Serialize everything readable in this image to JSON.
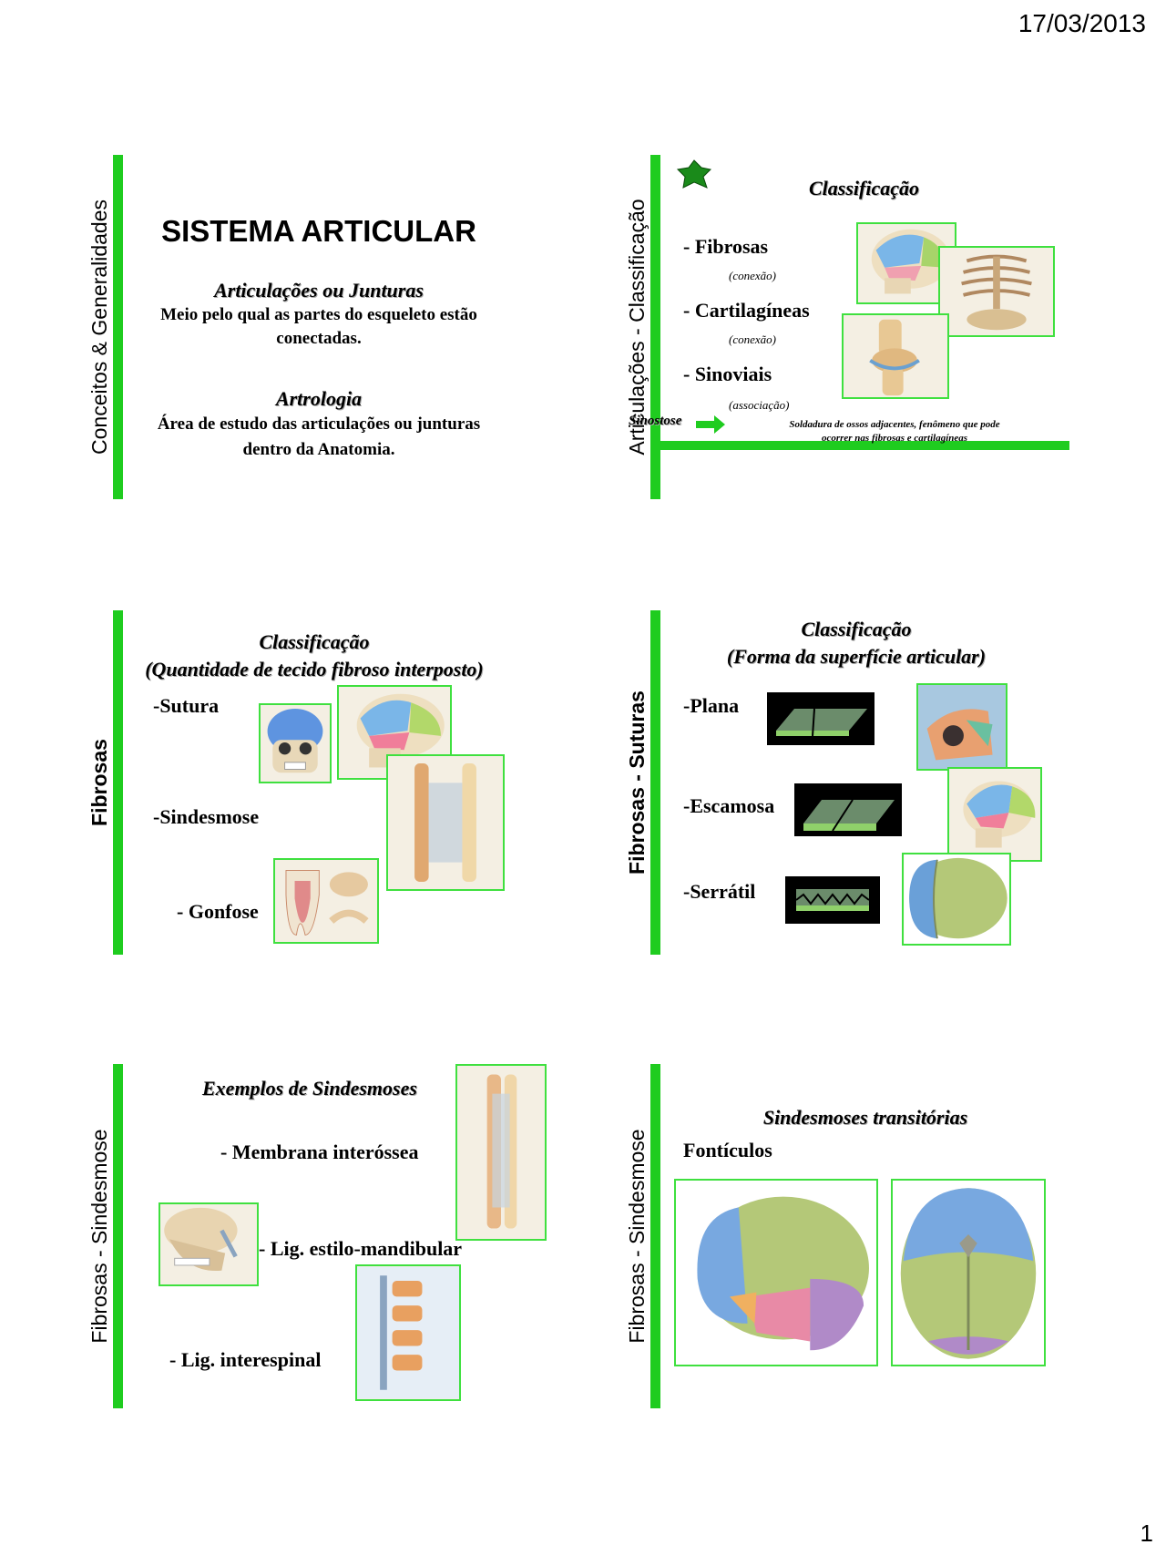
{
  "header": {
    "date": "17/03/2013"
  },
  "footer": {
    "page_number": "1"
  },
  "slide1": {
    "side_label": "Conceitos & Generalidades",
    "title": "SISTEMA ARTICULAR",
    "subtitle": "Articulações ou Junturas",
    "text1a": "Meio pelo qual as partes do esqueleto estão",
    "text1b": "conectadas.",
    "subtitle2": "Artrologia",
    "text2a": "Área de estudo das articulações ou junturas",
    "text2b": "dentro da Anatomia."
  },
  "slide2": {
    "side_label": "Articulações - Classificação",
    "title": "Classificação",
    "items": [
      {
        "label": "- Fibrosas",
        "note": "(conexão)"
      },
      {
        "label": "- Cartilagíneas",
        "note": "(conexão)"
      },
      {
        "label": "- Sinoviais",
        "note": "(associação)"
      }
    ],
    "sinostose": "Sinostose",
    "sinostose_desc_a": "Soldadura de ossos adjacentes, fenômeno que pode",
    "sinostose_desc_b": "ocorrer nas fibrosas e cartilagíneas"
  },
  "slide3": {
    "side_label": "Fibrosas",
    "title": "Classificação",
    "subtitle": "(Quantidade de tecido fibroso interposto)",
    "items": [
      "-Sutura",
      "-Sindesmose",
      "- Gonfose"
    ]
  },
  "slide4": {
    "side_label": "Fibrosas - Suturas",
    "title": "Classificação",
    "subtitle": "(Forma da superfície articular)",
    "items": [
      "-Plana",
      "-Escamosa",
      "-Serrátil"
    ]
  },
  "slide5": {
    "side_label": "Fibrosas - Sindesmose",
    "title": "Exemplos de Sindesmoses",
    "items": [
      "- Membrana interóssea",
      "- Lig. estilo-mandibular",
      "- Lig. interespinal"
    ]
  },
  "slide6": {
    "side_label": "Fibrosas - Sindesmose",
    "title": "Sindesmoses transitórias",
    "subtitle": "Fontículos"
  },
  "colors": {
    "accent_green": "#1fcc1f",
    "image_border": "#3fe03f"
  }
}
